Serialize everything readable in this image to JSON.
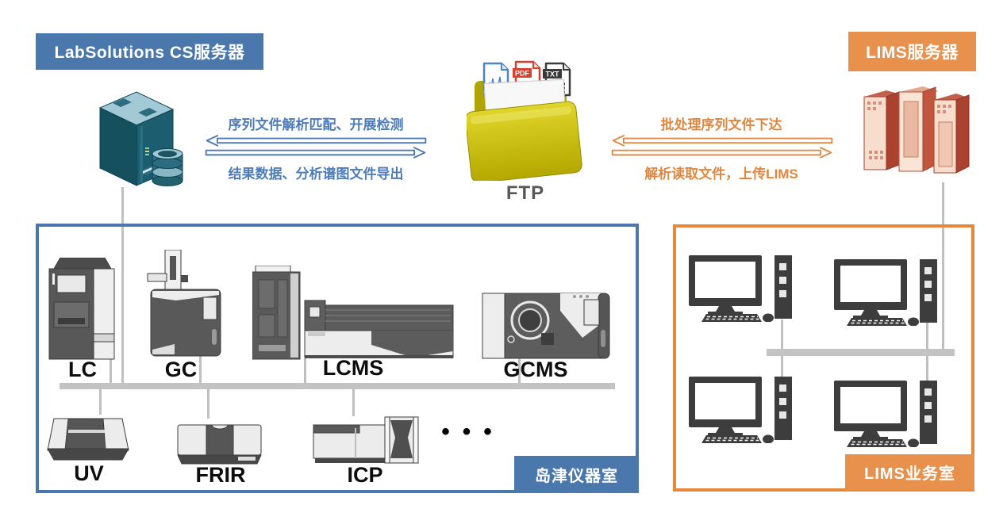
{
  "servers": {
    "cs": {
      "label": "LabSolutions CS服务器"
    },
    "lims": {
      "label": "LIMS服务器"
    }
  },
  "ftp": {
    "label": "FTP",
    "docs": [
      {
        "name": "spectrum-doc"
      },
      {
        "name": "pdf-doc",
        "label": "PDF"
      },
      {
        "name": "txt-doc",
        "label": "TXT"
      }
    ]
  },
  "flows": {
    "cs_ftp": {
      "to_cs": "序列文件解析匹配、开展检测",
      "to_ftp": "结果数据、分析谱图文件导出"
    },
    "ftp_lims": {
      "to_ftp": "批处理序列文件下达",
      "to_lims": "解析读取文件，上传LIMS"
    }
  },
  "instrument_room": {
    "title": "岛津仪器室",
    "instruments": [
      "LC",
      "GC",
      "LCMS",
      "GCMS",
      "UV",
      "FRIR",
      "ICP"
    ],
    "ellipsis": "•••"
  },
  "lims_room": {
    "title": "LIMS业务室",
    "workstation_count": 4
  },
  "colors": {
    "blue": "#4A77AC",
    "orange": "#E8914C",
    "arrow_blue": "#4E79B4",
    "arrow_orange": "#E08A45",
    "line_gray": "#BFBFBF",
    "folder_yellow": "#CDC117",
    "server_teal": "#15505F",
    "server_red": "#AB4230"
  }
}
